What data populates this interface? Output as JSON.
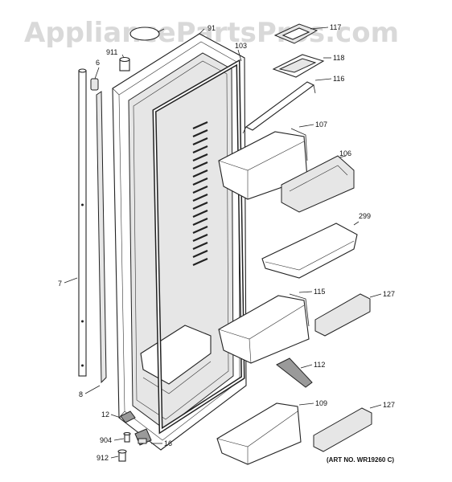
{
  "watermark": "AppliancePartsPros.com",
  "art_number": "(ART NO. WR19260 C)",
  "callouts": {
    "c6": "6",
    "c7": "7",
    "c8": "8",
    "c911": "911",
    "c91": "91",
    "c103": "103",
    "c117": "117",
    "c118": "118",
    "c116": "116",
    "c107": "107",
    "c106": "106",
    "c299": "299",
    "c115": "115",
    "c127a": "127",
    "c112": "112",
    "c109": "109",
    "c127b": "127",
    "c12": "12",
    "c904": "904",
    "c16": "16",
    "c912": "912"
  }
}
